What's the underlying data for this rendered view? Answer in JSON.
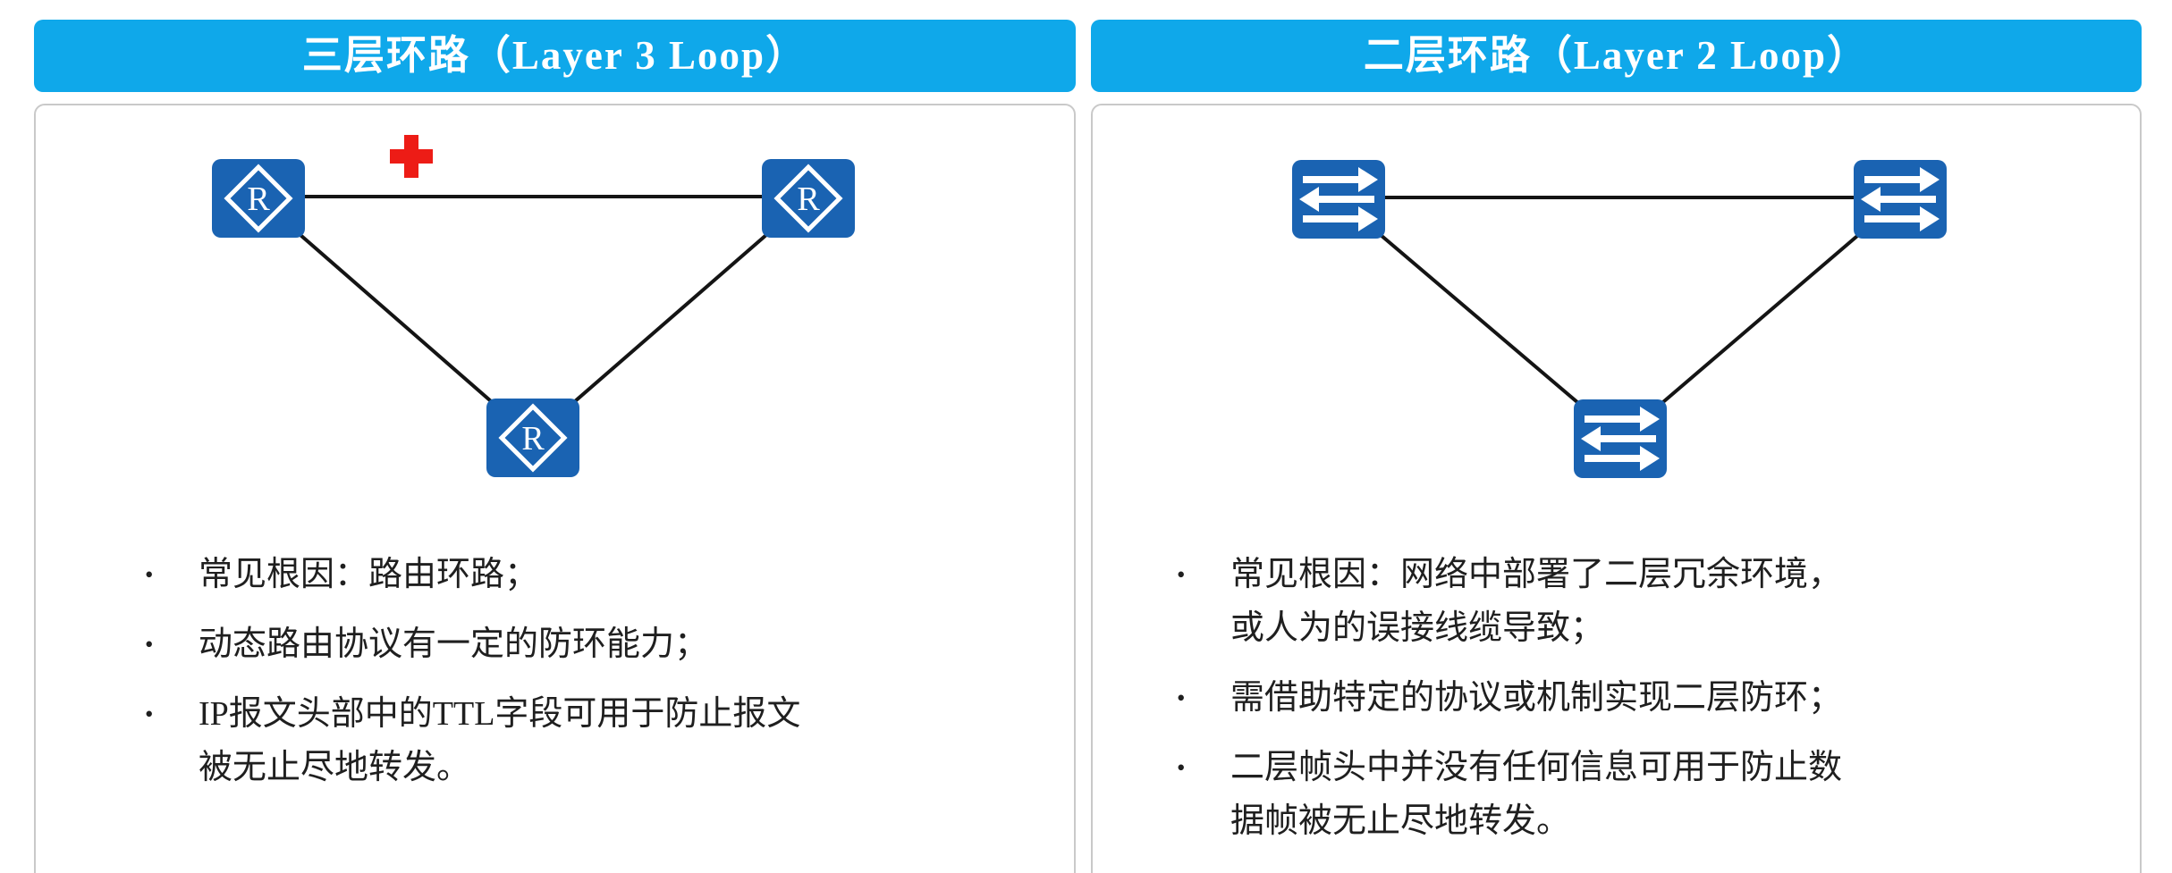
{
  "colors": {
    "header_bg": "#0FA8EA",
    "header_text": "#FFFFFF",
    "node_blue": "#1A63B2",
    "icon_glyph": "#FFFFFF",
    "link_line": "#141414",
    "cross_red": "#ED1C16",
    "card_border": "#C9C9C9",
    "body_text": "#1F1F1F",
    "page_bg": "#FFFFFF"
  },
  "left_panel": {
    "title": "三层环路（Layer 3 Loop）",
    "node_type": "router",
    "router_label": "R",
    "bullet_marker": "•",
    "icon_names": [
      "router-icon",
      "router-icon",
      "router-icon",
      "blocked-cross-icon"
    ],
    "bullets": [
      {
        "lines": [
          "常见根因：路由环路；"
        ]
      },
      {
        "lines": [
          "动态路由协议有一定的防环能力；"
        ]
      },
      {
        "lines": [
          "IP报文头部中的TTL字段可用于防止报文",
          "被无止尽地转发。"
        ]
      }
    ]
  },
  "right_panel": {
    "title": "二层环路（Layer 2 Loop）",
    "node_type": "switch",
    "bullet_marker": "•",
    "icon_names": [
      "switch-icon",
      "switch-icon",
      "switch-icon"
    ],
    "bullets": [
      {
        "lines": [
          "常见根因：网络中部署了二层冗余环境，",
          "或人为的误接线缆导致；"
        ]
      },
      {
        "lines": [
          "需借助特定的协议或机制实现二层防环；"
        ]
      },
      {
        "lines": [
          "二层帧头中并没有任何信息可用于防止数",
          "据帧被无止尽地转发。"
        ]
      }
    ]
  }
}
